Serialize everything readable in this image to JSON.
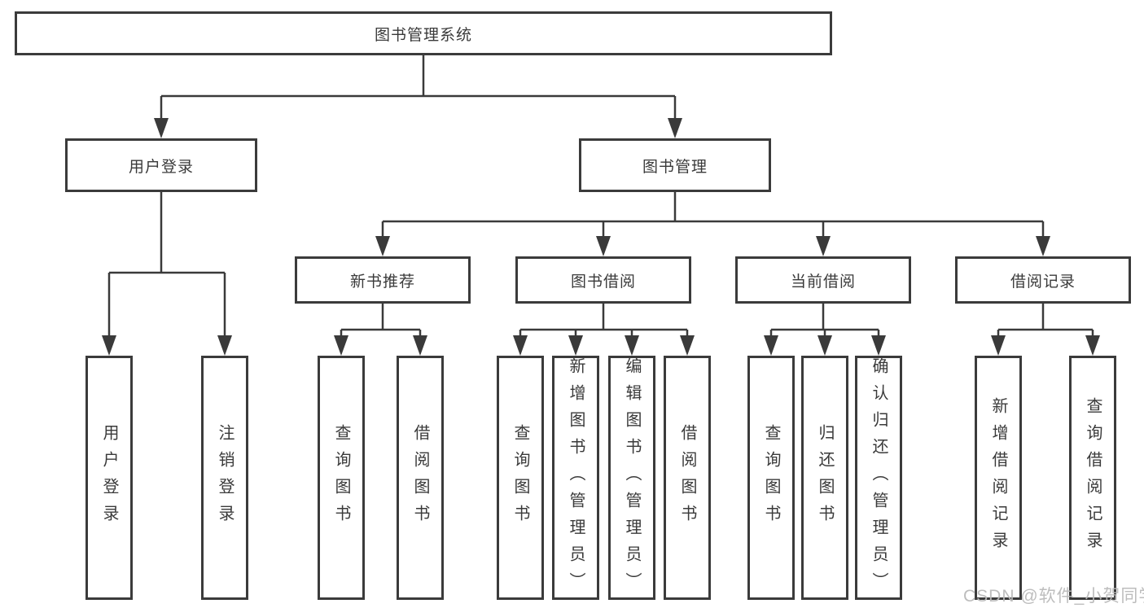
{
  "diagram": {
    "title": "图书管理系统",
    "line_color": "#3a3a3a",
    "branches": [
      {
        "label": "用户登录",
        "leaves": [
          "用户登录",
          "注销登录"
        ]
      },
      {
        "label": "图书管理",
        "children": [
          {
            "label": "新书推荐",
            "leaves": [
              "查询图书",
              "借阅图书"
            ]
          },
          {
            "label": "图书借阅",
            "leaves": [
              "查询图书",
              "新增图书（管理员）",
              "编辑图书（管理员）",
              "借阅图书"
            ]
          },
          {
            "label": "当前借阅",
            "leaves": [
              "查询图书",
              "归还图书",
              "确认归还（管理员）"
            ]
          },
          {
            "label": "借阅记录",
            "leaves": [
              "新增借阅记录",
              "查询借阅记录"
            ]
          }
        ]
      }
    ]
  },
  "watermark": {
    "text": "CSDN @软件_小贺同学"
  }
}
